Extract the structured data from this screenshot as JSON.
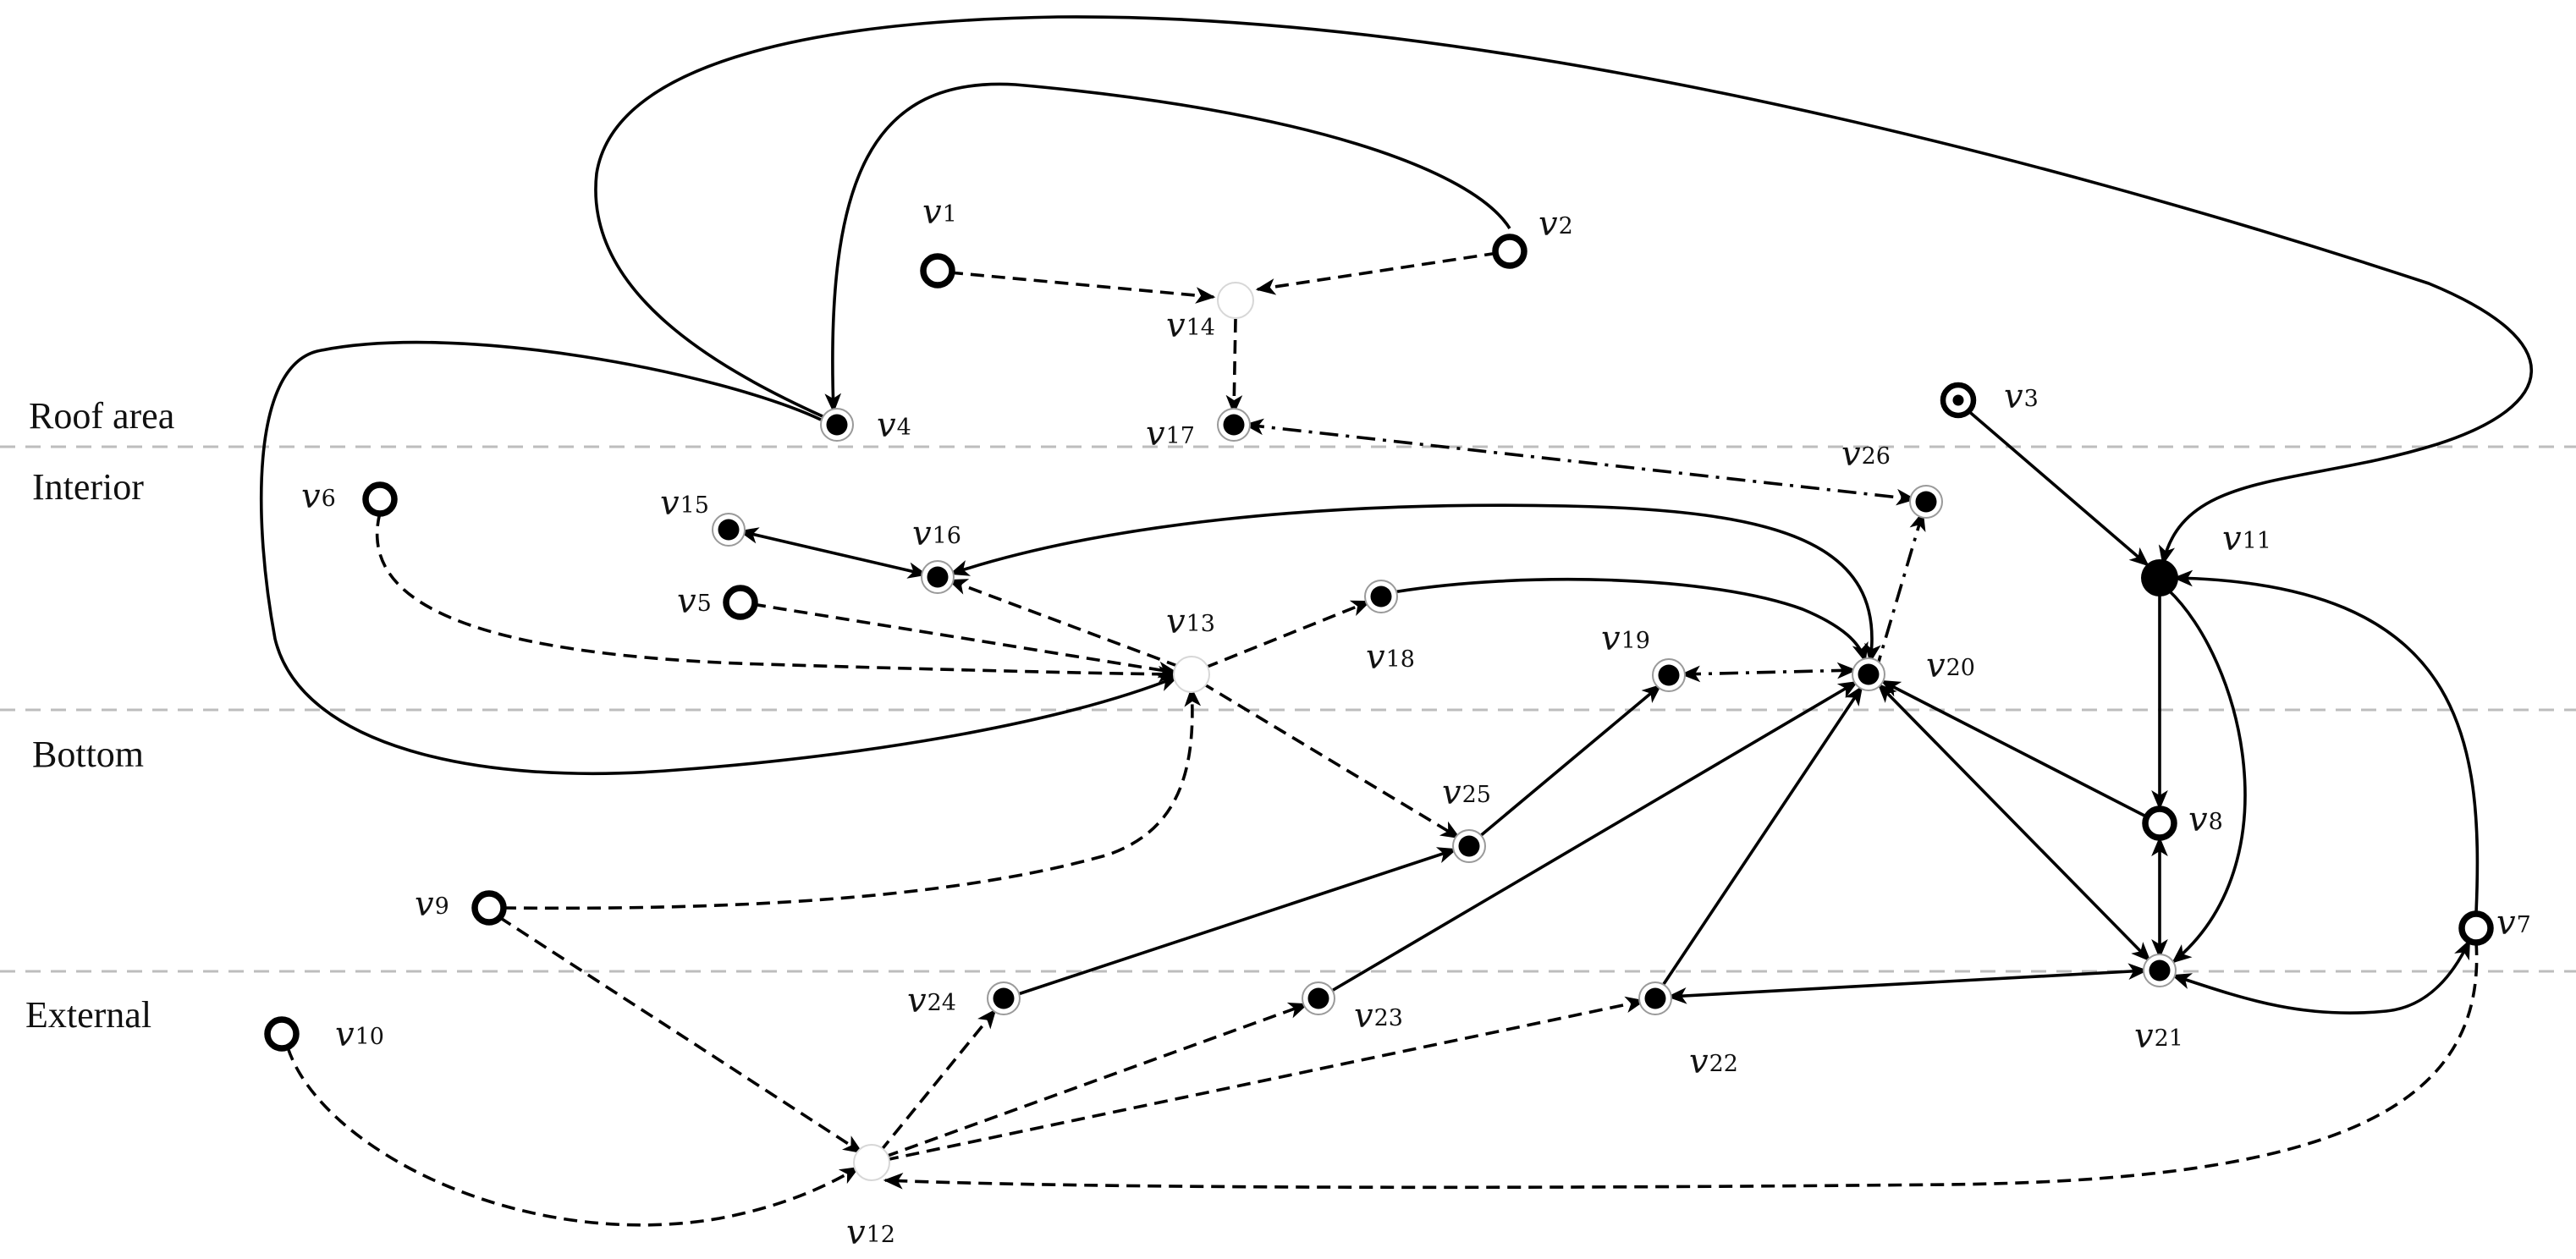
{
  "zones": [
    {
      "id": "roof",
      "label": "Roof area"
    },
    {
      "id": "interior",
      "label": "Interior"
    },
    {
      "id": "bottom",
      "label": "Bottom"
    },
    {
      "id": "external",
      "label": "External"
    }
  ],
  "legend_styles": {
    "solid": "solid",
    "dashed": "dashed",
    "dashdot": "dash-dot"
  },
  "nodes": [
    {
      "id": "v1",
      "letter": "v",
      "sub": "1",
      "kind": "ring"
    },
    {
      "id": "v2",
      "letter": "v",
      "sub": "2",
      "kind": "ring"
    },
    {
      "id": "v3",
      "letter": "v",
      "sub": "3",
      "kind": "ring-dot"
    },
    {
      "id": "v4",
      "letter": "v",
      "sub": "4",
      "kind": "dot"
    },
    {
      "id": "v5",
      "letter": "v",
      "sub": "5",
      "kind": "ring"
    },
    {
      "id": "v6",
      "letter": "v",
      "sub": "6",
      "kind": "ring"
    },
    {
      "id": "v7",
      "letter": "v",
      "sub": "7",
      "kind": "ring"
    },
    {
      "id": "v8",
      "letter": "v",
      "sub": "8",
      "kind": "ring"
    },
    {
      "id": "v9",
      "letter": "v",
      "sub": "9",
      "kind": "ring"
    },
    {
      "id": "v10",
      "letter": "v",
      "sub": "10",
      "kind": "ring"
    },
    {
      "id": "v11",
      "letter": "v",
      "sub": "11",
      "kind": "big-dot"
    },
    {
      "id": "v12",
      "letter": "v",
      "sub": "12",
      "kind": "hollow"
    },
    {
      "id": "v13",
      "letter": "v",
      "sub": "13",
      "kind": "hollow"
    },
    {
      "id": "v14",
      "letter": "v",
      "sub": "14",
      "kind": "hollow"
    },
    {
      "id": "v15",
      "letter": "v",
      "sub": "15",
      "kind": "dot"
    },
    {
      "id": "v16",
      "letter": "v",
      "sub": "16",
      "kind": "dot"
    },
    {
      "id": "v17",
      "letter": "v",
      "sub": "17",
      "kind": "dot"
    },
    {
      "id": "v18",
      "letter": "v",
      "sub": "18",
      "kind": "dot"
    },
    {
      "id": "v19",
      "letter": "v",
      "sub": "19",
      "kind": "dot"
    },
    {
      "id": "v20",
      "letter": "v",
      "sub": "20",
      "kind": "dot"
    },
    {
      "id": "v21",
      "letter": "v",
      "sub": "21",
      "kind": "dot"
    },
    {
      "id": "v22",
      "letter": "v",
      "sub": "22",
      "kind": "dot"
    },
    {
      "id": "v23",
      "letter": "v",
      "sub": "23",
      "kind": "dot"
    },
    {
      "id": "v24",
      "letter": "v",
      "sub": "24",
      "kind": "dot"
    },
    {
      "id": "v25",
      "letter": "v",
      "sub": "25",
      "kind": "dot"
    },
    {
      "id": "v26",
      "letter": "v",
      "sub": "26",
      "kind": "dot"
    }
  ],
  "edges": [
    {
      "from": "v1",
      "to": "v14",
      "style": "dashed",
      "dir": "forward"
    },
    {
      "from": "v2",
      "to": "v14",
      "style": "dashed",
      "dir": "forward"
    },
    {
      "from": "v14",
      "to": "v17",
      "style": "dashed",
      "dir": "forward"
    },
    {
      "from": "v2",
      "to": "v4",
      "style": "solid",
      "dir": "forward"
    },
    {
      "from": "v4",
      "to": "v11",
      "style": "solid",
      "dir": "forward"
    },
    {
      "from": "v4",
      "to": "v13",
      "style": "solid",
      "dir": "forward"
    },
    {
      "from": "v17",
      "to": "v26",
      "style": "dashdot",
      "dir": "both"
    },
    {
      "from": "v26",
      "to": "v20",
      "style": "dashdot",
      "dir": "backward"
    },
    {
      "from": "v3",
      "to": "v11",
      "style": "solid",
      "dir": "forward"
    },
    {
      "from": "v6",
      "to": "v13",
      "style": "dashed",
      "dir": "forward"
    },
    {
      "from": "v5",
      "to": "v13",
      "style": "dashed",
      "dir": "forward"
    },
    {
      "from": "v15",
      "to": "v16",
      "style": "solid",
      "dir": "both"
    },
    {
      "from": "v13",
      "to": "v16",
      "style": "dashed",
      "dir": "forward"
    },
    {
      "from": "v16",
      "to": "v20",
      "style": "solid",
      "dir": "both"
    },
    {
      "from": "v13",
      "to": "v18",
      "style": "dashed",
      "dir": "forward"
    },
    {
      "from": "v18",
      "to": "v20",
      "style": "solid",
      "dir": "forward"
    },
    {
      "from": "v13",
      "to": "v25",
      "style": "dashed",
      "dir": "forward"
    },
    {
      "from": "v9",
      "to": "v13",
      "style": "dashed",
      "dir": "forward"
    },
    {
      "from": "v19",
      "to": "v20",
      "style": "dashdot",
      "dir": "both"
    },
    {
      "from": "v25",
      "to": "v19",
      "style": "solid",
      "dir": "forward"
    },
    {
      "from": "v11",
      "to": "v8",
      "style": "solid",
      "dir": "forward"
    },
    {
      "from": "v11",
      "to": "v21",
      "style": "solid",
      "dir": "forward"
    },
    {
      "from": "v7",
      "to": "v11",
      "style": "solid",
      "dir": "forward"
    },
    {
      "from": "v8",
      "to": "v20",
      "style": "solid",
      "dir": "forward"
    },
    {
      "from": "v8",
      "to": "v21",
      "style": "solid",
      "dir": "both"
    },
    {
      "from": "v20",
      "to": "v21",
      "style": "solid",
      "dir": "both"
    },
    {
      "from": "v21",
      "to": "v7",
      "style": "solid",
      "dir": "both"
    },
    {
      "from": "v22",
      "to": "v21",
      "style": "solid",
      "dir": "both"
    },
    {
      "from": "v22",
      "to": "v20",
      "style": "solid",
      "dir": "forward"
    },
    {
      "from": "v23",
      "to": "v20",
      "style": "solid",
      "dir": "forward"
    },
    {
      "from": "v24",
      "to": "v25",
      "style": "solid",
      "dir": "forward"
    },
    {
      "from": "v9",
      "to": "v12",
      "style": "dashed",
      "dir": "forward"
    },
    {
      "from": "v10",
      "to": "v12",
      "style": "dashed",
      "dir": "forward"
    },
    {
      "from": "v12",
      "to": "v24",
      "style": "dashed",
      "dir": "forward"
    },
    {
      "from": "v12",
      "to": "v23",
      "style": "dashed",
      "dir": "forward"
    },
    {
      "from": "v12",
      "to": "v22",
      "style": "dashed",
      "dir": "forward"
    },
    {
      "from": "v7",
      "to": "v12",
      "style": "dashed",
      "dir": "forward"
    }
  ]
}
